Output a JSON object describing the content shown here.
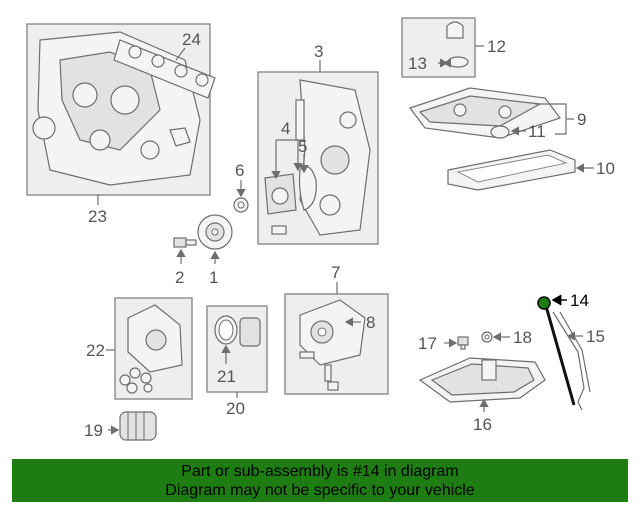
{
  "callouts": {
    "c1": "1",
    "c2": "2",
    "c3": "3",
    "c4": "4",
    "c5": "5",
    "c6": "6",
    "c7": "7",
    "c8": "8",
    "c9": "9",
    "c10": "10",
    "c11": "11",
    "c12": "12",
    "c13": "13",
    "c14": "14",
    "c15": "15",
    "c16": "16",
    "c17": "17",
    "c18": "18",
    "c19": "19",
    "c20": "20",
    "c21": "21",
    "c22": "22",
    "c23": "23",
    "c24": "24"
  },
  "banner": {
    "line1": "Part or sub-assembly is #14 in diagram",
    "line2": "Diagram may not be specific to your vehicle"
  },
  "colors": {
    "banner_bg": "#1e7d12",
    "highlight": "#1e7d12"
  }
}
